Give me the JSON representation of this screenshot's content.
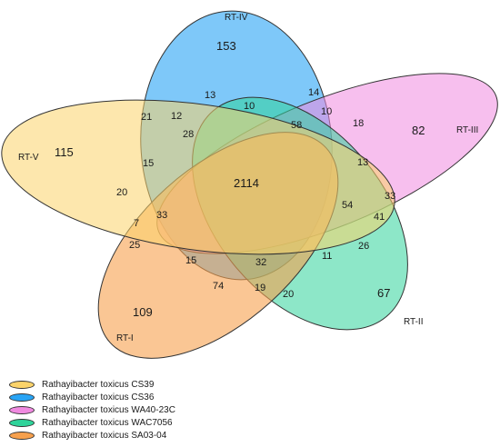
{
  "sets": [
    {
      "label": "RT-I",
      "legend": "Rathayibacter toxicus SA03-04",
      "color": "#f6a04d"
    },
    {
      "label": "RT-II",
      "legend": "Rathayibacter toxicus WAC7056",
      "color": "#2fd39a"
    },
    {
      "label": "RT-III",
      "legend": "Rathayibacter toxicus WA40-23C",
      "color": "#f08ae0"
    },
    {
      "label": "RT-IV",
      "legend": "Rathayibacter toxicus CS36",
      "color": "#28a4f5"
    },
    {
      "label": "RT-V",
      "legend": "Rathayibacter toxicus CS39",
      "color": "#fbd36a"
    }
  ],
  "regions": [
    "153",
    "82",
    "115",
    "109",
    "67",
    "2114",
    "14",
    "13",
    "10",
    "10",
    "18",
    "21",
    "12",
    "28",
    "58",
    "13",
    "15",
    "20",
    "7",
    "33",
    "54",
    "33",
    "41",
    "25",
    "26",
    "15",
    "32",
    "11",
    "74",
    "19",
    "20"
  ],
  "legend": [
    {
      "label": "Rathayibacter toxicus CS39",
      "color": "#fbd36a"
    },
    {
      "label": "Rathayibacter toxicus CS36",
      "color": "#28a4f5"
    },
    {
      "label": "Rathayibacter toxicus WA40-23C",
      "color": "#f08ae0"
    },
    {
      "label": "Rathayibacter toxicus WAC7056",
      "color": "#2fd39a"
    },
    {
      "label": "Rathayibacter toxicus SA03-04",
      "color": "#f6a04d"
    }
  ]
}
